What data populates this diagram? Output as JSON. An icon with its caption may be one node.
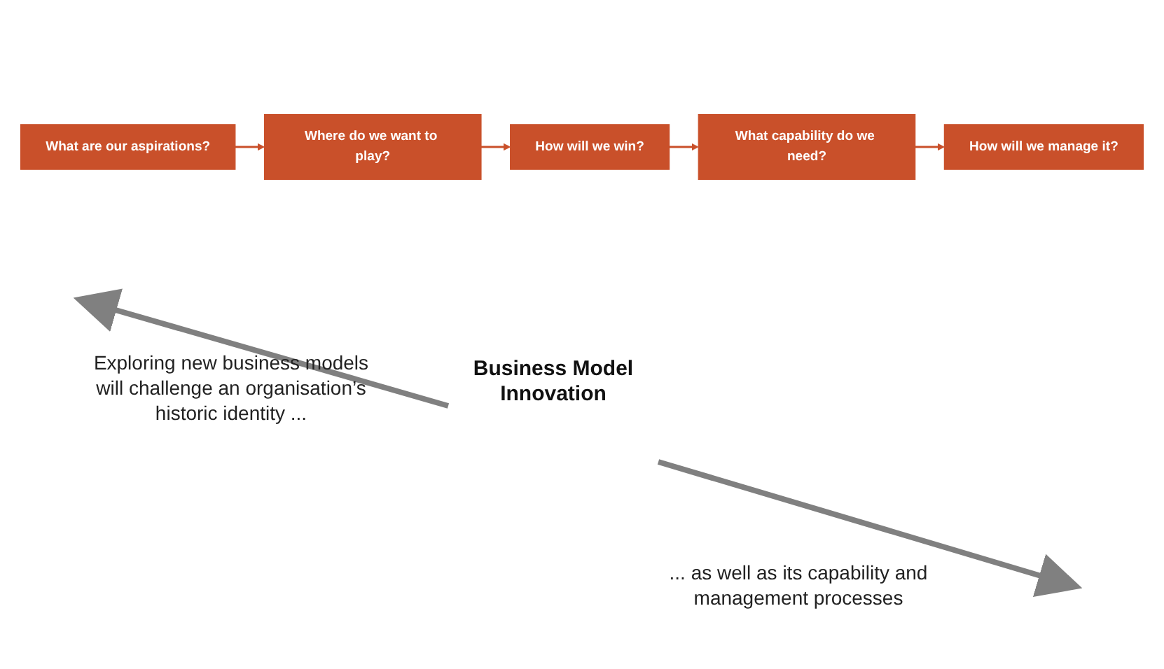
{
  "diagram": {
    "nodes": [
      {
        "text": [
          "What are our aspirations?"
        ]
      },
      {
        "text": [
          "Where do we want to play?"
        ]
      },
      {
        "text": [
          "How will we win?"
        ]
      },
      {
        "text": [
          "What capability do we need?"
        ]
      },
      {
        "text": [
          "How will we manage it?"
        ]
      }
    ],
    "edges": [
      {
        "from": 0,
        "to": 1,
        "arrow": "to"
      },
      {
        "from": 1,
        "to": 2,
        "arrow": "to"
      },
      {
        "from": 2,
        "to": 3,
        "arrow": "to"
      },
      {
        "from": 3,
        "to": 4,
        "arrow": "to"
      }
    ],
    "labels": [
      "Exploring new business models will challenge an organisation’s historic identity ...",
      "Business Model Innovation",
      "... as well as its capability and management processes"
    ]
  }
}
